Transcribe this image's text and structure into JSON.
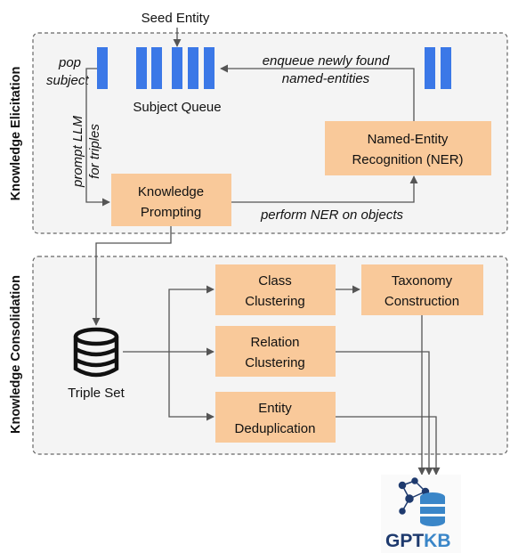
{
  "sections": {
    "elicitation": "Knowledge Elicitation",
    "consolidation": "Knowledge Consolidation"
  },
  "nodes": {
    "seed_entity": "Seed Entity",
    "subject_queue": "Subject Queue",
    "ner_line1": "Named-Entity",
    "ner_line2": "Recognition (NER)",
    "kp_line1": "Knowledge",
    "kp_line2": "Prompting",
    "triple_set": "Triple Set",
    "class_line1": "Class",
    "class_line2": "Clustering",
    "tax_line1": "Taxonomy",
    "tax_line2": "Construction",
    "rel_line1": "Relation",
    "rel_line2": "Clustering",
    "ent_line1": "Entity",
    "ent_line2": "Deduplication"
  },
  "edge_labels": {
    "pop_line1": "pop",
    "pop_line2": "subject",
    "enqueue_line1": "enqueue newly found",
    "enqueue_line2": "named-entities",
    "prompt_line1": "prompt LLM",
    "prompt_line2": "for triples",
    "perform_ner": "perform NER on objects"
  },
  "logo": {
    "part1": "GPT",
    "part2": "KB"
  },
  "colors": {
    "box_fill": "#f9c99a",
    "queue_blue": "#3b78e7",
    "panel_fill": "#f4f4f4",
    "logo_dark": "#1e3a6e",
    "logo_light": "#3a86c8"
  }
}
